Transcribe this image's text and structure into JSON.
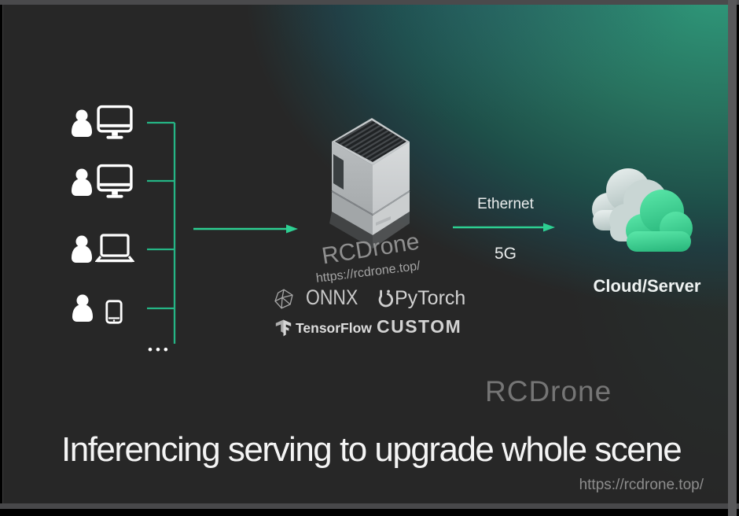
{
  "diagram": {
    "clients": {
      "devices": [
        "desktop-monitor",
        "desktop-monitor",
        "laptop",
        "smartphone"
      ],
      "ellipsis": "•••"
    },
    "server_watermark": {
      "brand": "RCDrone",
      "url": "https://rcdrone.top/"
    },
    "frameworks": {
      "onnx": "ONNX",
      "pytorch": "PyTorch",
      "tensorflow": "TensorFlow",
      "custom": "CUSTOM"
    },
    "links": {
      "ethernet": "Ethernet",
      "five_g": "5G"
    },
    "cloud": {
      "label": "Cloud/Server"
    },
    "brand_watermark": "RCDrone"
  },
  "footer": {
    "title": "Inferencing serving to upgrade whole scene",
    "url": "https://rcdrone.top/"
  },
  "colors": {
    "accent_green": "#2bc98b",
    "cloud_green": "#3ed79a",
    "teal_glow": "#2f9b7c",
    "background": "#272727"
  }
}
